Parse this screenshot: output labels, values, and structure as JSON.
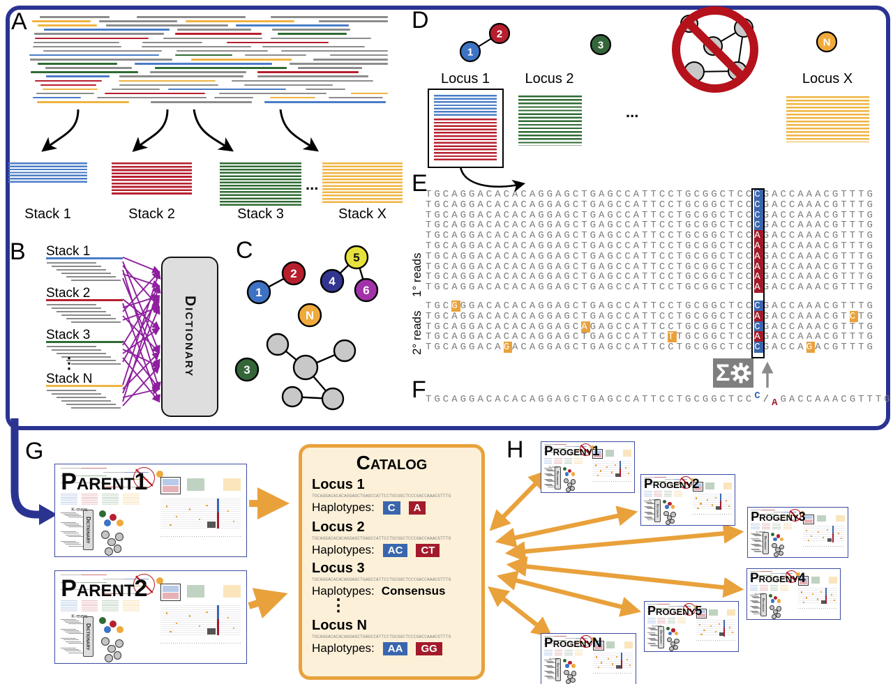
{
  "colors": {
    "border_blue": "#2B3391",
    "stack_blue": "#4A7CC7",
    "stack_red": "#B71F2E",
    "stack_green": "#2F6B33",
    "stack_yellow": "#F0B441",
    "snp_blue": "#3A66AE",
    "snp_red": "#A31A2B",
    "error_orange": "#E9A13B",
    "purple": "#8E1F9E",
    "read_gray": "#8C8C8C",
    "arrow_orange": "#E9A13B",
    "catalog_bg": "#FCF0D8",
    "prohibited_red": "#B5121B",
    "node_gray": "#C8C8C8"
  },
  "panel_a": {
    "label": "A",
    "ellipsis": "...",
    "stacks": [
      {
        "name": "Stack 1",
        "lines": 7,
        "color_key": "blue"
      },
      {
        "name": "Stack 2",
        "lines": 10,
        "color_key": "red"
      },
      {
        "name": "Stack 3",
        "lines": 14,
        "color_key": "green"
      },
      {
        "name": "Stack X",
        "lines": 13,
        "color_key": "yellow"
      }
    ]
  },
  "panel_b": {
    "label": "B",
    "ellipsis": "⋮",
    "dictionary_label": "Dictionary",
    "stacks": [
      {
        "name": "Stack 1",
        "color_key": "blue"
      },
      {
        "name": "Stack 2",
        "color_key": "red"
      },
      {
        "name": "Stack 3",
        "color_key": "green"
      },
      {
        "name": "Stack N",
        "color_key": "yellow"
      }
    ]
  },
  "panel_c": {
    "label": "C",
    "nodes": [
      {
        "id": "1",
        "color": "#3D72C4",
        "text": "#ffffff"
      },
      {
        "id": "2",
        "color": "#B71F2E",
        "text": "#ffffff"
      },
      {
        "id": "4",
        "color": "#33368F",
        "text": "#ffffff"
      },
      {
        "id": "5",
        "color": "#E6E23B",
        "text": "#111111"
      },
      {
        "id": "6",
        "color": "#A232A8",
        "text": "#ffffff"
      },
      {
        "id": "N",
        "color": "#F0A93B",
        "text": "#ffffff"
      },
      {
        "id": "3",
        "color": "#34663A",
        "text": "#ffffff"
      }
    ]
  },
  "panel_d": {
    "label": "D",
    "ellipsis": "...",
    "loci": [
      {
        "name": "Locus 1"
      },
      {
        "name": "Locus 2"
      },
      {
        "name": "Locus X"
      }
    ],
    "node_1": "1",
    "node_2": "2",
    "node_3": "3",
    "node_n": "N"
  },
  "panel_e": {
    "label": "E",
    "primary_label": "1° reads",
    "secondary_label": "2° reads",
    "prefix": "TGCAGGACACACAGGAGCTGAGCCATTCCTGCGGCTCC",
    "suffix": "GACCAAACGTTTG",
    "primary_snps": [
      "C",
      "C",
      "C",
      "C",
      "A",
      "A",
      "A",
      "A",
      "A",
      "A"
    ],
    "secondary_rows": [
      [
        [
          "TGC",
          ""
        ],
        [
          "G",
          "err"
        ],
        [
          "GGACACACAGGAGCTGAGCCATTCCTGCGGCTCC",
          ""
        ],
        [
          "C",
          "snpC"
        ],
        [
          "GACCAAACGTTTG",
          ""
        ]
      ],
      [
        [
          "TGCAGGACACACAGGAGCTGAGCCATTCCTGCGGCTCC",
          ""
        ],
        [
          "A",
          "snpA"
        ],
        [
          "GACCAAACGT",
          ""
        ],
        [
          "C",
          "err"
        ],
        [
          "TG",
          ""
        ]
      ],
      [
        [
          "TGCAGGACACACAGGAGC",
          ""
        ],
        [
          "A",
          "err"
        ],
        [
          "GAGCCATTCCTGCGGCTCC",
          ""
        ],
        [
          "C",
          "snpC"
        ],
        [
          "GACCAAACGTTTG",
          ""
        ]
      ],
      [
        [
          "TGCAGGACACACAGGAGCTGAGCCATTC",
          ""
        ],
        [
          "T",
          "err"
        ],
        [
          "TGCGGCTCC",
          ""
        ],
        [
          "A",
          "snpA"
        ],
        [
          "GACCAAACGTTTG",
          ""
        ]
      ],
      [
        [
          "TGCAGGACA",
          ""
        ],
        [
          "G",
          "err"
        ],
        [
          "ACAGGAGCTGAGCCATTCCTGCGGCTCC",
          ""
        ],
        [
          "C",
          "snpC"
        ],
        [
          "GACCA",
          ""
        ],
        [
          "G",
          "err"
        ],
        [
          "ACGTTTG",
          ""
        ]
      ]
    ],
    "sigma": "Σ"
  },
  "panel_f": {
    "label": "F",
    "prefix": "TGCAGGACACACAGGAGCTGAGCCATTCCTGCGGCTCC",
    "allele_top": "C",
    "allele_sep": "/",
    "allele_bottom": "A",
    "suffix": "GACCAAACGTTTG"
  },
  "panel_g": {
    "label": "G",
    "parents": [
      {
        "title": "Parent1"
      },
      {
        "title": "Parent2"
      }
    ]
  },
  "catalog": {
    "title": "Catalog",
    "haplotypes_label": "Haplotypes:",
    "sequence": "TGCAGGACACACAGGAGCTGAGCCATTCCTGCGGCTCCCGACCAAACGTTTG",
    "ellipsis": "⋮",
    "entries": [
      {
        "name": "Locus 1",
        "haplotypes": [
          {
            "text": "C",
            "type": "blue"
          },
          {
            "text": "A",
            "type": "red"
          }
        ]
      },
      {
        "name": "Locus 2",
        "haplotypes": [
          {
            "text": "AC",
            "type": "blue"
          },
          {
            "text": "CT",
            "type": "red"
          }
        ]
      },
      {
        "name": "Locus 3",
        "haplotypes": [],
        "consensus": "Consensus"
      },
      {
        "name": "Locus N",
        "haplotypes": [
          {
            "text": "AA",
            "type": "blue"
          },
          {
            "text": "GG",
            "type": "red"
          }
        ]
      }
    ]
  },
  "panel_h": {
    "label": "H",
    "progeny": [
      {
        "title": "Progeny1"
      },
      {
        "title": "Progeny2"
      },
      {
        "title": "Progeny3"
      },
      {
        "title": "Progeny4"
      },
      {
        "title": "Progeny5"
      },
      {
        "title": "ProgenyN"
      }
    ]
  },
  "thumbnail": {
    "dictionary_label": "Dictionary",
    "kmers_label": "K-mers"
  }
}
